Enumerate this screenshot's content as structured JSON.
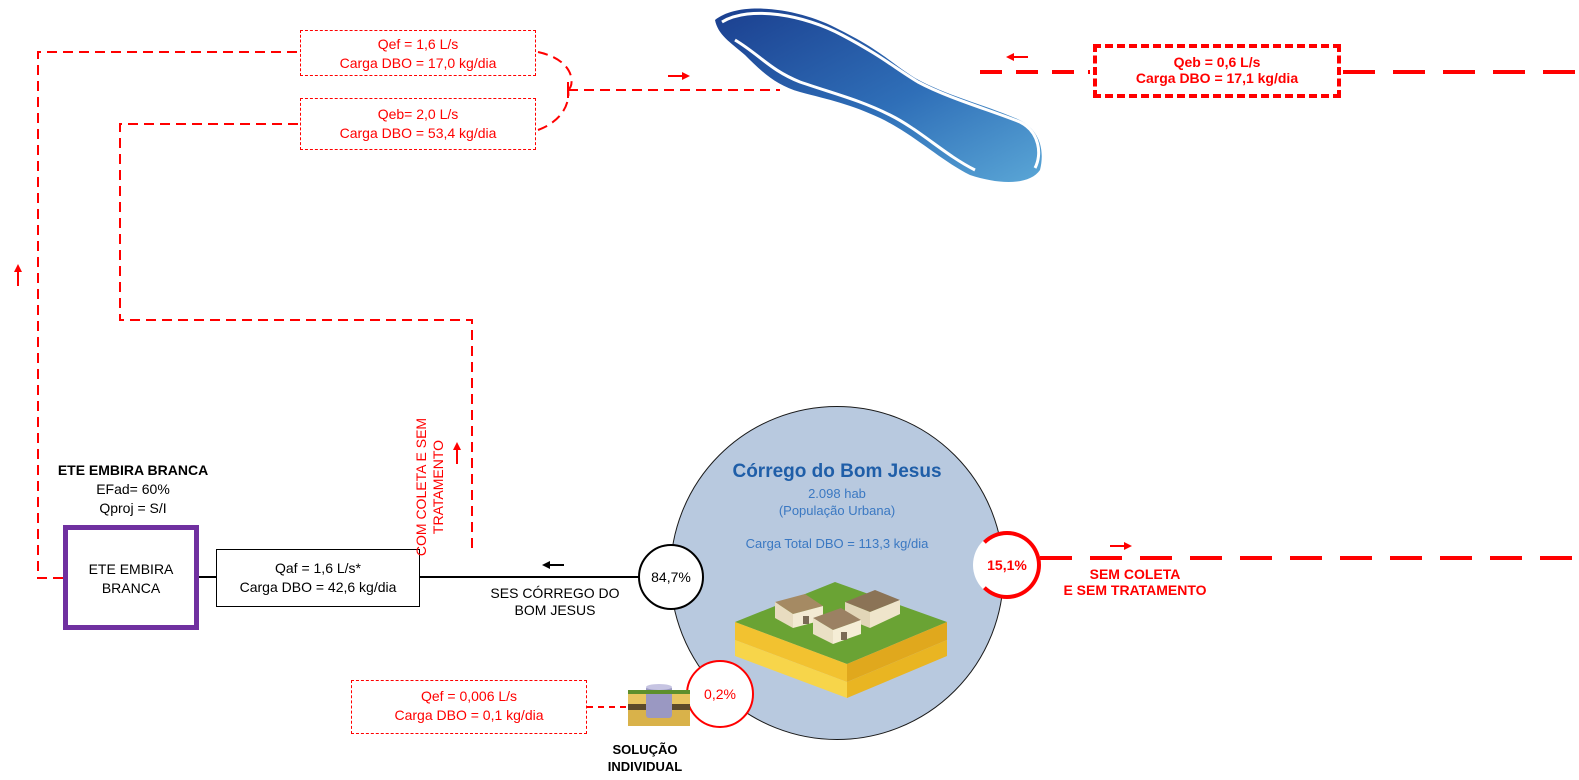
{
  "diagram": {
    "river_top_left": {
      "qef": {
        "line1": "Qef = 1,6 L/s",
        "line2": "Carga DBO = 17,0 kg/dia"
      },
      "qeb": {
        "line1": "Qeb= 2,0 L/s",
        "line2": "Carga DBO = 53,4 kg/dia"
      }
    },
    "river_top_right": {
      "line1": "Qeb = 0,6 L/s",
      "line2": "Carga DBO = 17,1  kg/dia"
    },
    "ete": {
      "title": "ETE EMBIRA BRANCA",
      "efad": "EFad= 60%",
      "qproj": "Qproj = S/I",
      "box_line1": "ETE EMBIRA",
      "box_line2": "BRANCA"
    },
    "affluent": {
      "line1": "Qaf = 1,6 L/s*",
      "line2": "Carga DBO = 42,6 kg/dia"
    },
    "ses": {
      "line1": "SES CÓRREGO DO",
      "line2": "BOM JESUS"
    },
    "com_coleta": {
      "line1": "COM COLETA E SEM",
      "line2": "TRATAMENTO"
    },
    "basin": {
      "name": "Córrego do Bom Jesus",
      "population": "2.098 hab",
      "population_label": "(População Urbana)",
      "total_load": "Carga Total DBO = 113,3 kg/dia"
    },
    "pct_collected": "84,7%",
    "pct_no_collection": "15,1%",
    "pct_individual": "0,2%",
    "sem_coleta": {
      "line1": "SEM COLETA",
      "line2": "E SEM TRATAMENTO"
    },
    "individual_box": {
      "line1": "Qef = 0,006 L/s",
      "line2": "Carga DBO = 0,1 kg/dia"
    },
    "solucao": {
      "line1": "SOLUÇÃO",
      "line2": "INDIVIDUAL"
    },
    "colors": {
      "red": "#ff0000",
      "ete_border": "#7030a0",
      "basin_fill": "#b8c9df",
      "basin_title": "#1f5ea8",
      "basin_text": "#3a78c2"
    }
  }
}
